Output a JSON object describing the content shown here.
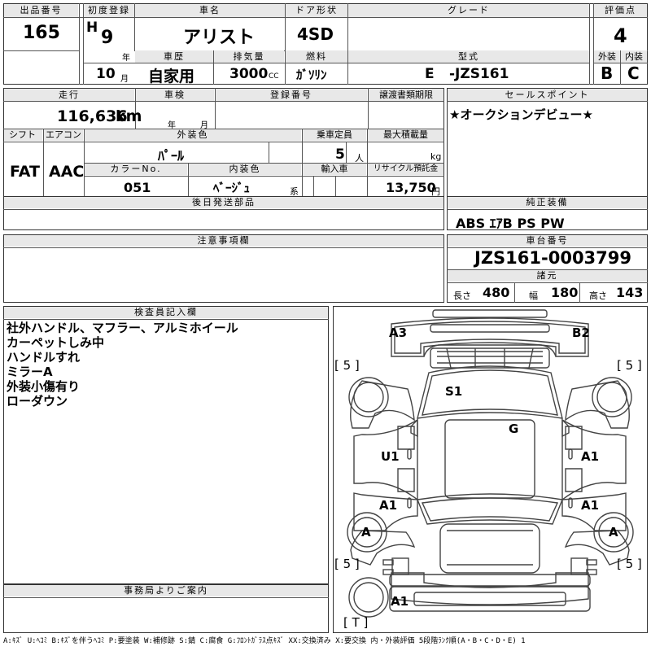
{
  "header": {
    "lot_no_label": "出品番号",
    "lot_no": "165",
    "first_reg_label": "初度登録",
    "era": "H",
    "year": "9",
    "year_unit": "年",
    "month": "10",
    "month_unit": "月",
    "car_name_label": "車名",
    "car_name": "アリスト",
    "door_label": "ドア形状",
    "door": "4SD",
    "grade_label": "グレード",
    "grade": "",
    "score_label": "評価点",
    "score": "4",
    "history_label": "車歴",
    "history": "自家用",
    "displacement_label": "排気量",
    "displacement": "3000",
    "displacement_unit": "CC",
    "fuel_label": "燃料",
    "fuel": "ｶﾞｿﾘﾝ",
    "model_label": "型式",
    "model_prefix": "E",
    "model": "-JZS161",
    "exterior_label": "外装",
    "exterior": "B",
    "interior_label": "内装",
    "interior": "C"
  },
  "mid": {
    "mileage_label": "走行",
    "mileage": "116,636",
    "mileage_unit": "km",
    "inspection_label": "車検",
    "inspection_year_unit": "年",
    "inspection_month_unit": "月",
    "regno_label": "登録番号",
    "transfer_label": "譲渡書類期限",
    "sales_point_label": "セールスポイント",
    "sales_point": "★オークションデビュー★",
    "shift_label": "シフト",
    "shift": "FAT",
    "ac_label": "エアコン",
    "ac": "AAC",
    "color_label": "外装色",
    "color": "ﾊﾟｰﾙ",
    "capacity_label": "乗車定員",
    "capacity": "5",
    "capacity_unit": "人",
    "load_label": "最大積載量",
    "load_unit": "kg",
    "color_no_label": "カラーNo.",
    "color_no": "051",
    "int_color_label": "内装色",
    "int_color": "ﾍﾞｰｼﾞｭ",
    "int_color_unit": "系",
    "import_label": "輸入車",
    "recycle_label": "リサイクル預託金",
    "recycle": "13,750",
    "recycle_unit": "円",
    "later_parts_label": "後日発送部品",
    "equipment_label": "純正装備",
    "equipment": "ABS ｴｱB PS PW",
    "notes_label": "注意事項欄",
    "chassis_label": "車台番号",
    "chassis": "JZS161-0003799",
    "spec_label": "諸元",
    "length_label": "長さ",
    "length": "480",
    "width_label": "幅",
    "width": "180",
    "height_label": "高さ",
    "height": "143"
  },
  "inspector": {
    "label": "検査員記入欄",
    "lines": [
      "社外ハンドル、マフラー、アルミホイール",
      "カーペットしみ中",
      "ハンドルすれ",
      "ミラーA",
      "外装小傷有り",
      "ローダウン"
    ]
  },
  "office": {
    "label": "事務局よりご案内"
  },
  "diagram": {
    "a3": "A3",
    "b2": "B2",
    "s1": "S1",
    "g": "G",
    "u1": "U1",
    "a1_fr": "A1",
    "a1_lr": "A1",
    "a1_rr": "A1",
    "a1_rear": "A1",
    "wheel_lr": "A",
    "wheel_rr": "A",
    "tire_fl": "[ 5 ]",
    "tire_fr": "[ 5 ]",
    "tire_rl": "[ 5 ]",
    "tire_rr": "[ 5 ]",
    "t": "[ T ]"
  },
  "footer": "A:ｷｽﾞ U:ﾍｺﾐ B:ｷｽﾞを伴うﾍｺﾐ P:要塗装 W:補修跡 S:錆 C:腐食 G:ﾌﾛﾝﾄｶﾞﾗｽ点ｷｽﾞ XX:交換済み X:要交換 内・外装評価 5段階ﾗﾝｸ順(A・B・C・D・E) 1"
}
